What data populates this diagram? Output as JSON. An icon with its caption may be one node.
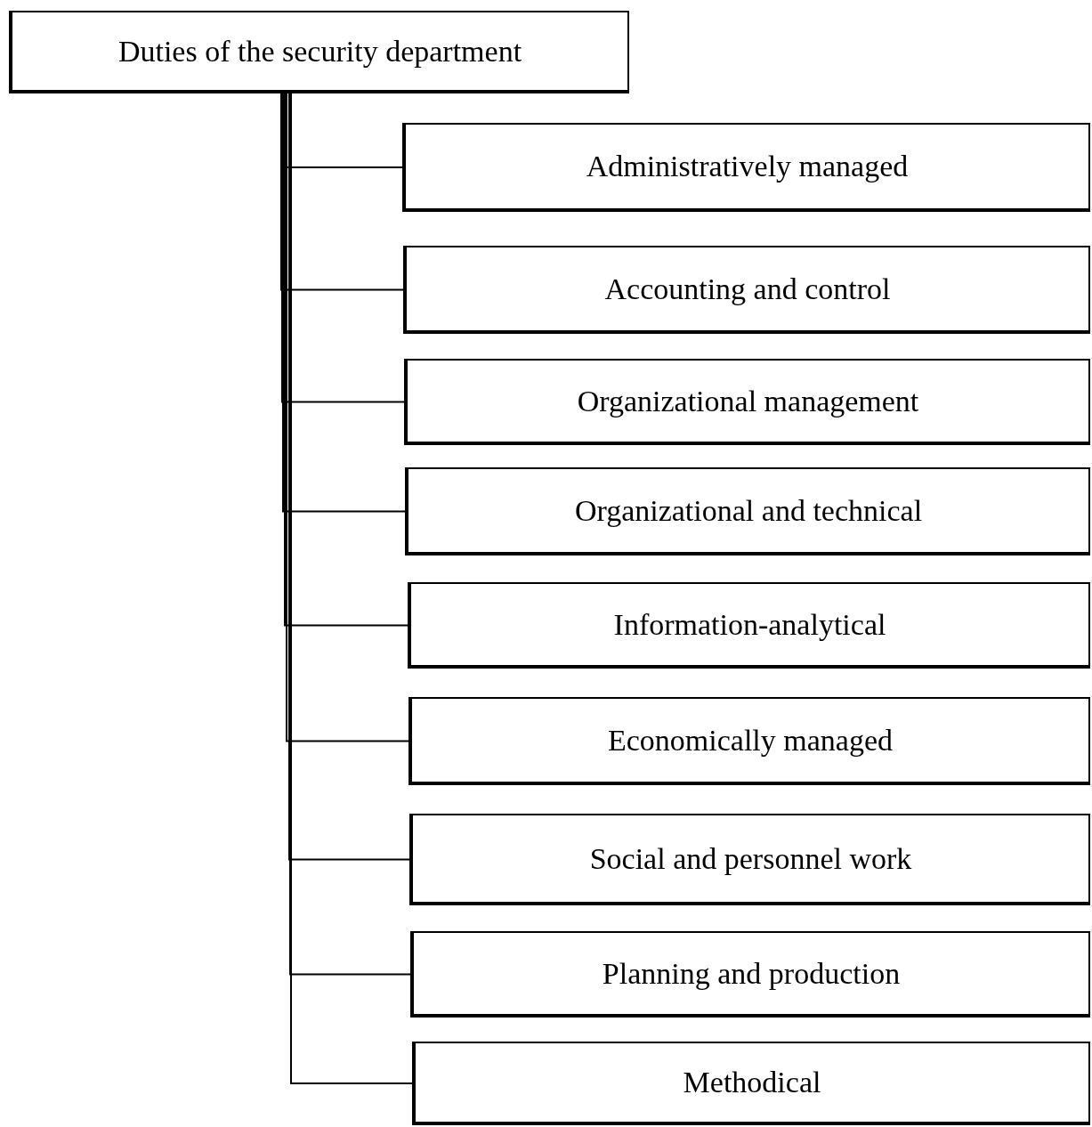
{
  "diagram": {
    "nodes": [
      {
        "text": [
          "Duties of the security department"
        ]
      },
      {
        "text": [
          "Administratively managed"
        ]
      },
      {
        "text": [
          "Accounting and control"
        ]
      },
      {
        "text": [
          "Organizational management"
        ]
      },
      {
        "text": [
          "Organizational and technical"
        ]
      },
      {
        "text": [
          "Information-analytical"
        ]
      },
      {
        "text": [
          "Economically managed"
        ]
      },
      {
        "text": [
          "Social and personnel work"
        ]
      },
      {
        "text": [
          "Planning and production"
        ]
      },
      {
        "text": [
          "Methodical"
        ]
      }
    ],
    "edges": [
      {
        "from": 0,
        "to": 1,
        "arrow": "none"
      },
      {
        "from": 0,
        "to": 2,
        "arrow": "none"
      },
      {
        "from": 0,
        "to": 3,
        "arrow": "none"
      },
      {
        "from": 0,
        "to": 4,
        "arrow": "none"
      },
      {
        "from": 0,
        "to": 5,
        "arrow": "none"
      },
      {
        "from": 0,
        "to": 6,
        "arrow": "none"
      },
      {
        "from": 0,
        "to": 7,
        "arrow": "none"
      },
      {
        "from": 0,
        "to": 8,
        "arrow": "none"
      },
      {
        "from": 0,
        "to": 9,
        "arrow": "none"
      }
    ]
  }
}
